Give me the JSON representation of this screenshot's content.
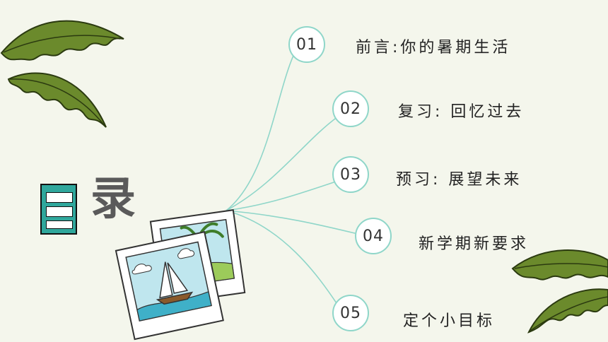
{
  "title": {
    "char1": "目",
    "char2": "录"
  },
  "items": [
    {
      "num": "01",
      "label": "前言:你的暑期生活"
    },
    {
      "num": "02",
      "label": "复习: 回忆过去"
    },
    {
      "num": "03",
      "label": "预习: 展望未来"
    },
    {
      "num": "04",
      "label": "新学期新要求"
    },
    {
      "num": "05",
      "label": "定个小目标"
    }
  ],
  "colors": {
    "background": "#f4f6ec",
    "accent": "#2fa79c",
    "circle_border": "#8fd6c9",
    "connector": "#8fd6c9",
    "leaf": "#6b8a2c"
  },
  "decorations": [
    "palm-leaf-icon",
    "photo-sailboat-icon",
    "photo-palm-tree-icon"
  ]
}
